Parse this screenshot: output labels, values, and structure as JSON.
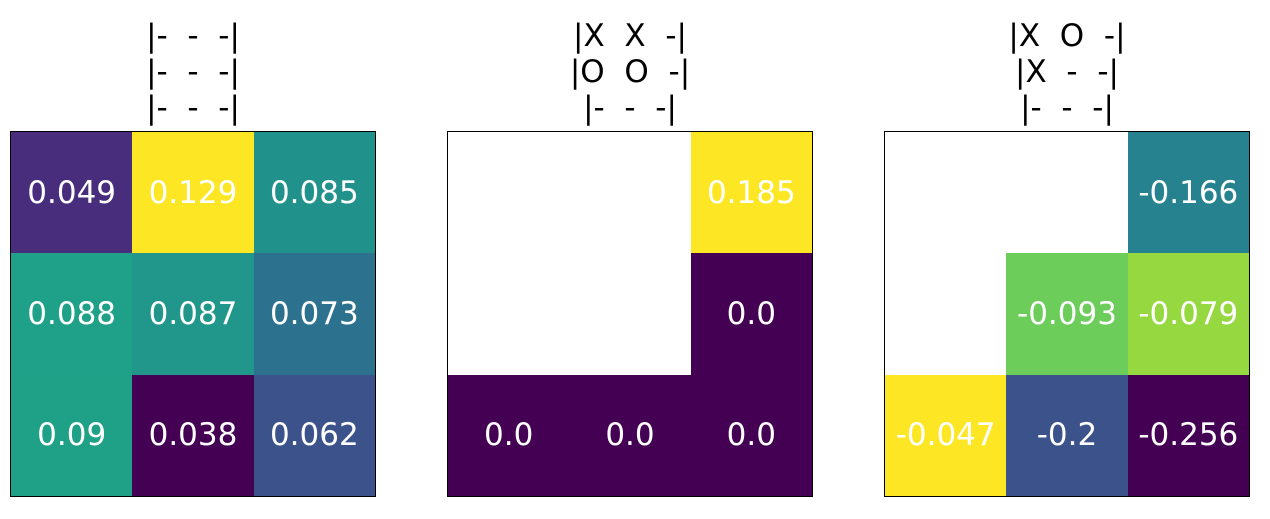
{
  "chart_data": [
    {
      "type": "heatmap",
      "title_rows": [
        "|-  -  -|",
        "|-  -  -|",
        "|-  -  -|"
      ],
      "values": [
        [
          0.049,
          0.129,
          0.085
        ],
        [
          0.088,
          0.087,
          0.073
        ],
        [
          0.09,
          0.038,
          0.062
        ]
      ],
      "labels": [
        [
          "0.049",
          "0.129",
          "0.085"
        ],
        [
          "0.088",
          "0.087",
          "0.073"
        ],
        [
          "0.09",
          "0.038",
          "0.062"
        ]
      ],
      "colors": [
        [
          "#472d7b",
          "#fde725",
          "#21918c"
        ],
        [
          "#1fa088",
          "#21978b",
          "#2c728e"
        ],
        [
          "#1fa187",
          "#440154",
          "#3b528b"
        ]
      ]
    },
    {
      "type": "heatmap",
      "title_rows": [
        "|X  X  -|",
        "|O  O  -|",
        "|-  -  -|"
      ],
      "values": [
        [
          null,
          null,
          0.185
        ],
        [
          null,
          null,
          0.0
        ],
        [
          0.0,
          0.0,
          0.0
        ]
      ],
      "labels": [
        [
          "",
          "",
          "0.185"
        ],
        [
          "",
          "",
          "0.0"
        ],
        [
          "0.0",
          "0.0",
          "0.0"
        ]
      ],
      "colors": [
        [
          "",
          "",
          "#fde725"
        ],
        [
          "",
          "",
          "#440154"
        ],
        [
          "#440154",
          "#440154",
          "#440154"
        ]
      ]
    },
    {
      "type": "heatmap",
      "title_rows": [
        "|X  O  -|",
        "|X  -  -|",
        "|-  -  -|"
      ],
      "values": [
        [
          null,
          null,
          -0.166
        ],
        [
          null,
          -0.093,
          -0.079
        ],
        [
          -0.047,
          -0.2,
          -0.256
        ]
      ],
      "labels": [
        [
          "",
          "",
          "-0.166"
        ],
        [
          "",
          "-0.093",
          "-0.079"
        ],
        [
          "-0.047",
          "-0.2",
          "-0.256"
        ]
      ],
      "colors": [
        [
          "",
          "",
          "#26828e"
        ],
        [
          "",
          "#6ccd5a",
          "#95d840"
        ],
        [
          "#fde725",
          "#3b528b",
          "#440154"
        ]
      ]
    }
  ]
}
